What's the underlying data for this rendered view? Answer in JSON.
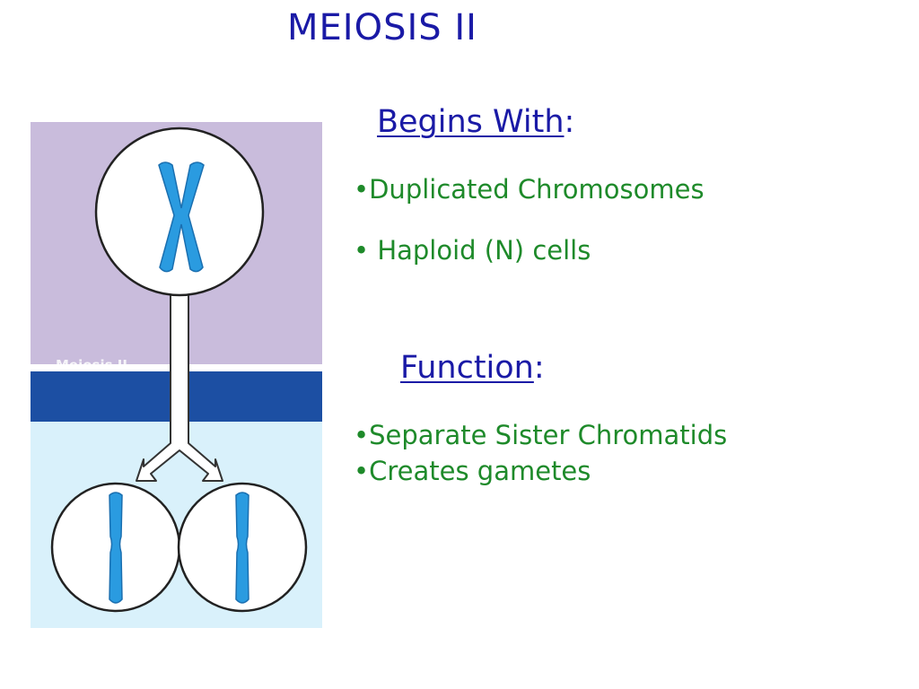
{
  "title": "MEIOSIS II",
  "begins_with": {
    "heading": "Begins With",
    "colon": ":",
    "items": [
      "•Duplicated Chromosomes",
      "• Haploid (N) cells"
    ]
  },
  "function": {
    "heading": "Function",
    "colon": ":",
    "items": [
      "•Separate Sister Chromatids",
      "•Creates gametes"
    ]
  },
  "diagram": {
    "panel_label": "Meiosis II",
    "colors": {
      "top_panel": "#c9bcdc",
      "band": "#1c4fa3",
      "bottom_panel": "#d9f1fb",
      "chromosome": "#2a9be0",
      "chromosome_outline": "#1a6fb0"
    }
  },
  "colors": {
    "title": "#1a1aa6",
    "heading": "#1a1aa6",
    "bullet_text": "#1e8a2a"
  }
}
